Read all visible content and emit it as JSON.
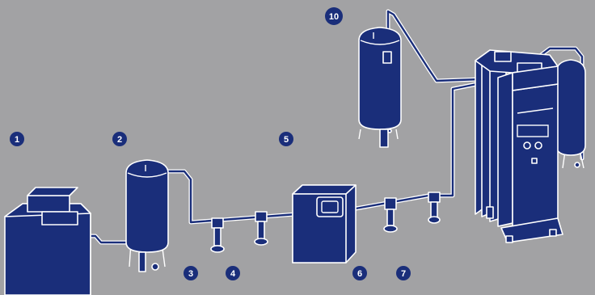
{
  "colors": {
    "background": "#a2a2a4",
    "equipment": "#1a2e7a",
    "outline": "#ffffff",
    "badge": "#1a2e7a",
    "badge_text": "#ffffff"
  },
  "callouts": [
    {
      "id": "compressor",
      "label": "1"
    },
    {
      "id": "wet-receiver",
      "label": "2"
    },
    {
      "id": "drain-1",
      "label": "3"
    },
    {
      "id": "drain-2",
      "label": "4"
    },
    {
      "id": "dryer",
      "label": "5"
    },
    {
      "id": "drain-3",
      "label": "6"
    },
    {
      "id": "drain-4",
      "label": "7"
    },
    {
      "id": "dry-receiver",
      "label": "10"
    }
  ],
  "icons": {
    "compressor": "compressor-unit-icon",
    "wet_receiver": "air-receiver-tank-icon",
    "dryer": "refrigerated-dryer-icon",
    "dry_receiver": "air-receiver-tank-icon",
    "generator": "gas-generator-cabinet-icon",
    "drain": "condensate-drain-icon"
  }
}
